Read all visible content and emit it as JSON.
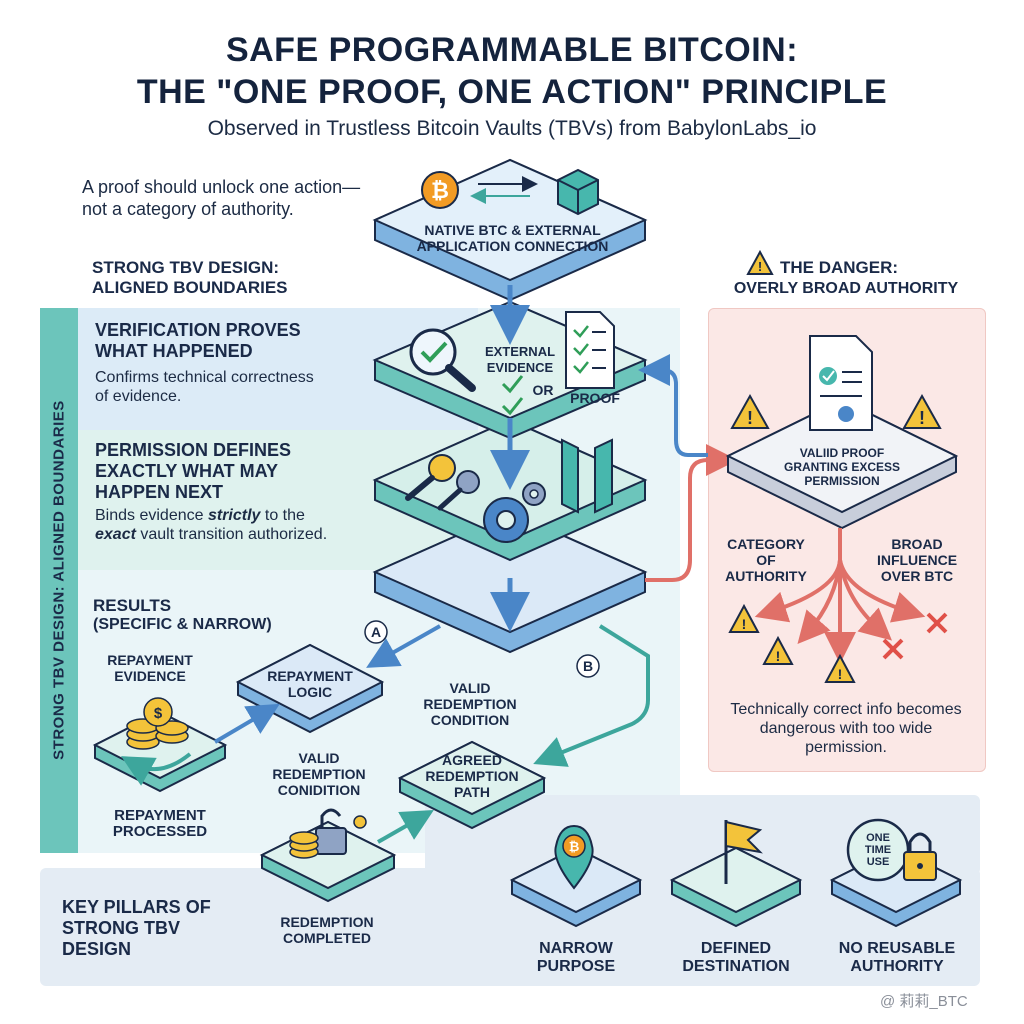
{
  "title_line1": "SAFE PROGRAMMABLE BITCOIN:",
  "title_line2": "THE \"ONE PROOF, ONE ACTION\" PRINCIPLE",
  "subtitle": "Observed in Trustless Bitcoin Vaults (TBVs) from BabylonLabs_io",
  "intro": "A proof should unlock one action—not a category of authority.",
  "strong_design": {
    "heading_line1": "STRONG TBV DESIGN:",
    "heading_line2": "ALIGNED BOUNDARIES",
    "side_label": "STRONG TBV DESIGN: ALIGNED BOUNDARIES"
  },
  "verification": {
    "heading": "VERIFICATION PROVES WHAT HAPPENED",
    "text": "Confirms technical correctness of evidence."
  },
  "permission": {
    "heading": "PERMISSION DEFINES EXACTLY WHAT MAY HAPPEN NEXT",
    "text_before": "Binds evidence ",
    "text_strict": "strictly",
    "text_mid": " to the ",
    "text_exact": "exact",
    "text_after": " vault transition authorized."
  },
  "results": {
    "heading_line1": "RESULTS",
    "heading_line2": "(SPECIFIC & NARROW)"
  },
  "stack": {
    "top_label": "NATIVE BTC & EXTERNAL APPLICATION CONNECTION",
    "evidence_label": "EXTERNAL EVIDENCE",
    "or_label": "OR",
    "proof_label": "PROOF"
  },
  "path_a": {
    "marker": "A",
    "evidence": "REPAYMENT EVIDENCE",
    "logic": "REPAYMENT LOGIC",
    "processed": "REPAYMENT PROCESSED"
  },
  "path_b": {
    "marker": "B",
    "condition_top": "VALID REDEMPTION CONDITION",
    "condition_bottom": "VALID REDEMPTION CONIDITION",
    "path": "AGREED REDEMPTION PATH",
    "completed": "REDEMPTION COMPLETED"
  },
  "danger": {
    "heading_line1": "THE DANGER:",
    "heading_line2": "OVERLY BROAD AUTHORITY",
    "proof_label": "VALIID PROOF GRANTING EXCESS PERMISSION",
    "category": "CATEGORY OF AUTHORITY",
    "broad": "BROAD INFLUENCE OVER BTC",
    "text": "Technically correct info becomes dangerous with too wide permission."
  },
  "pillars": {
    "heading": "KEY PILLARS OF STRONG TBV DESIGN",
    "items": [
      {
        "label": "NARROW PURPOSE",
        "icon": "location-pin-icon"
      },
      {
        "label": "DEFINED DESTINATION",
        "icon": "flag-icon"
      },
      {
        "label": "NO REUSABLE AUTHORITY",
        "icon": "padlock-icon"
      }
    ],
    "one_time_use": "ONE TIME USE"
  },
  "watermark": "@ 莉莉_BTC",
  "colors": {
    "navy": "#1a2a48",
    "teal": "#47b7ad",
    "blue": "#4a86c8",
    "danger_red": "#e07068",
    "danger_bg": "#fbe8e6",
    "warning_yellow": "#f3c33a",
    "bitcoin_orange": "#f29b24"
  }
}
